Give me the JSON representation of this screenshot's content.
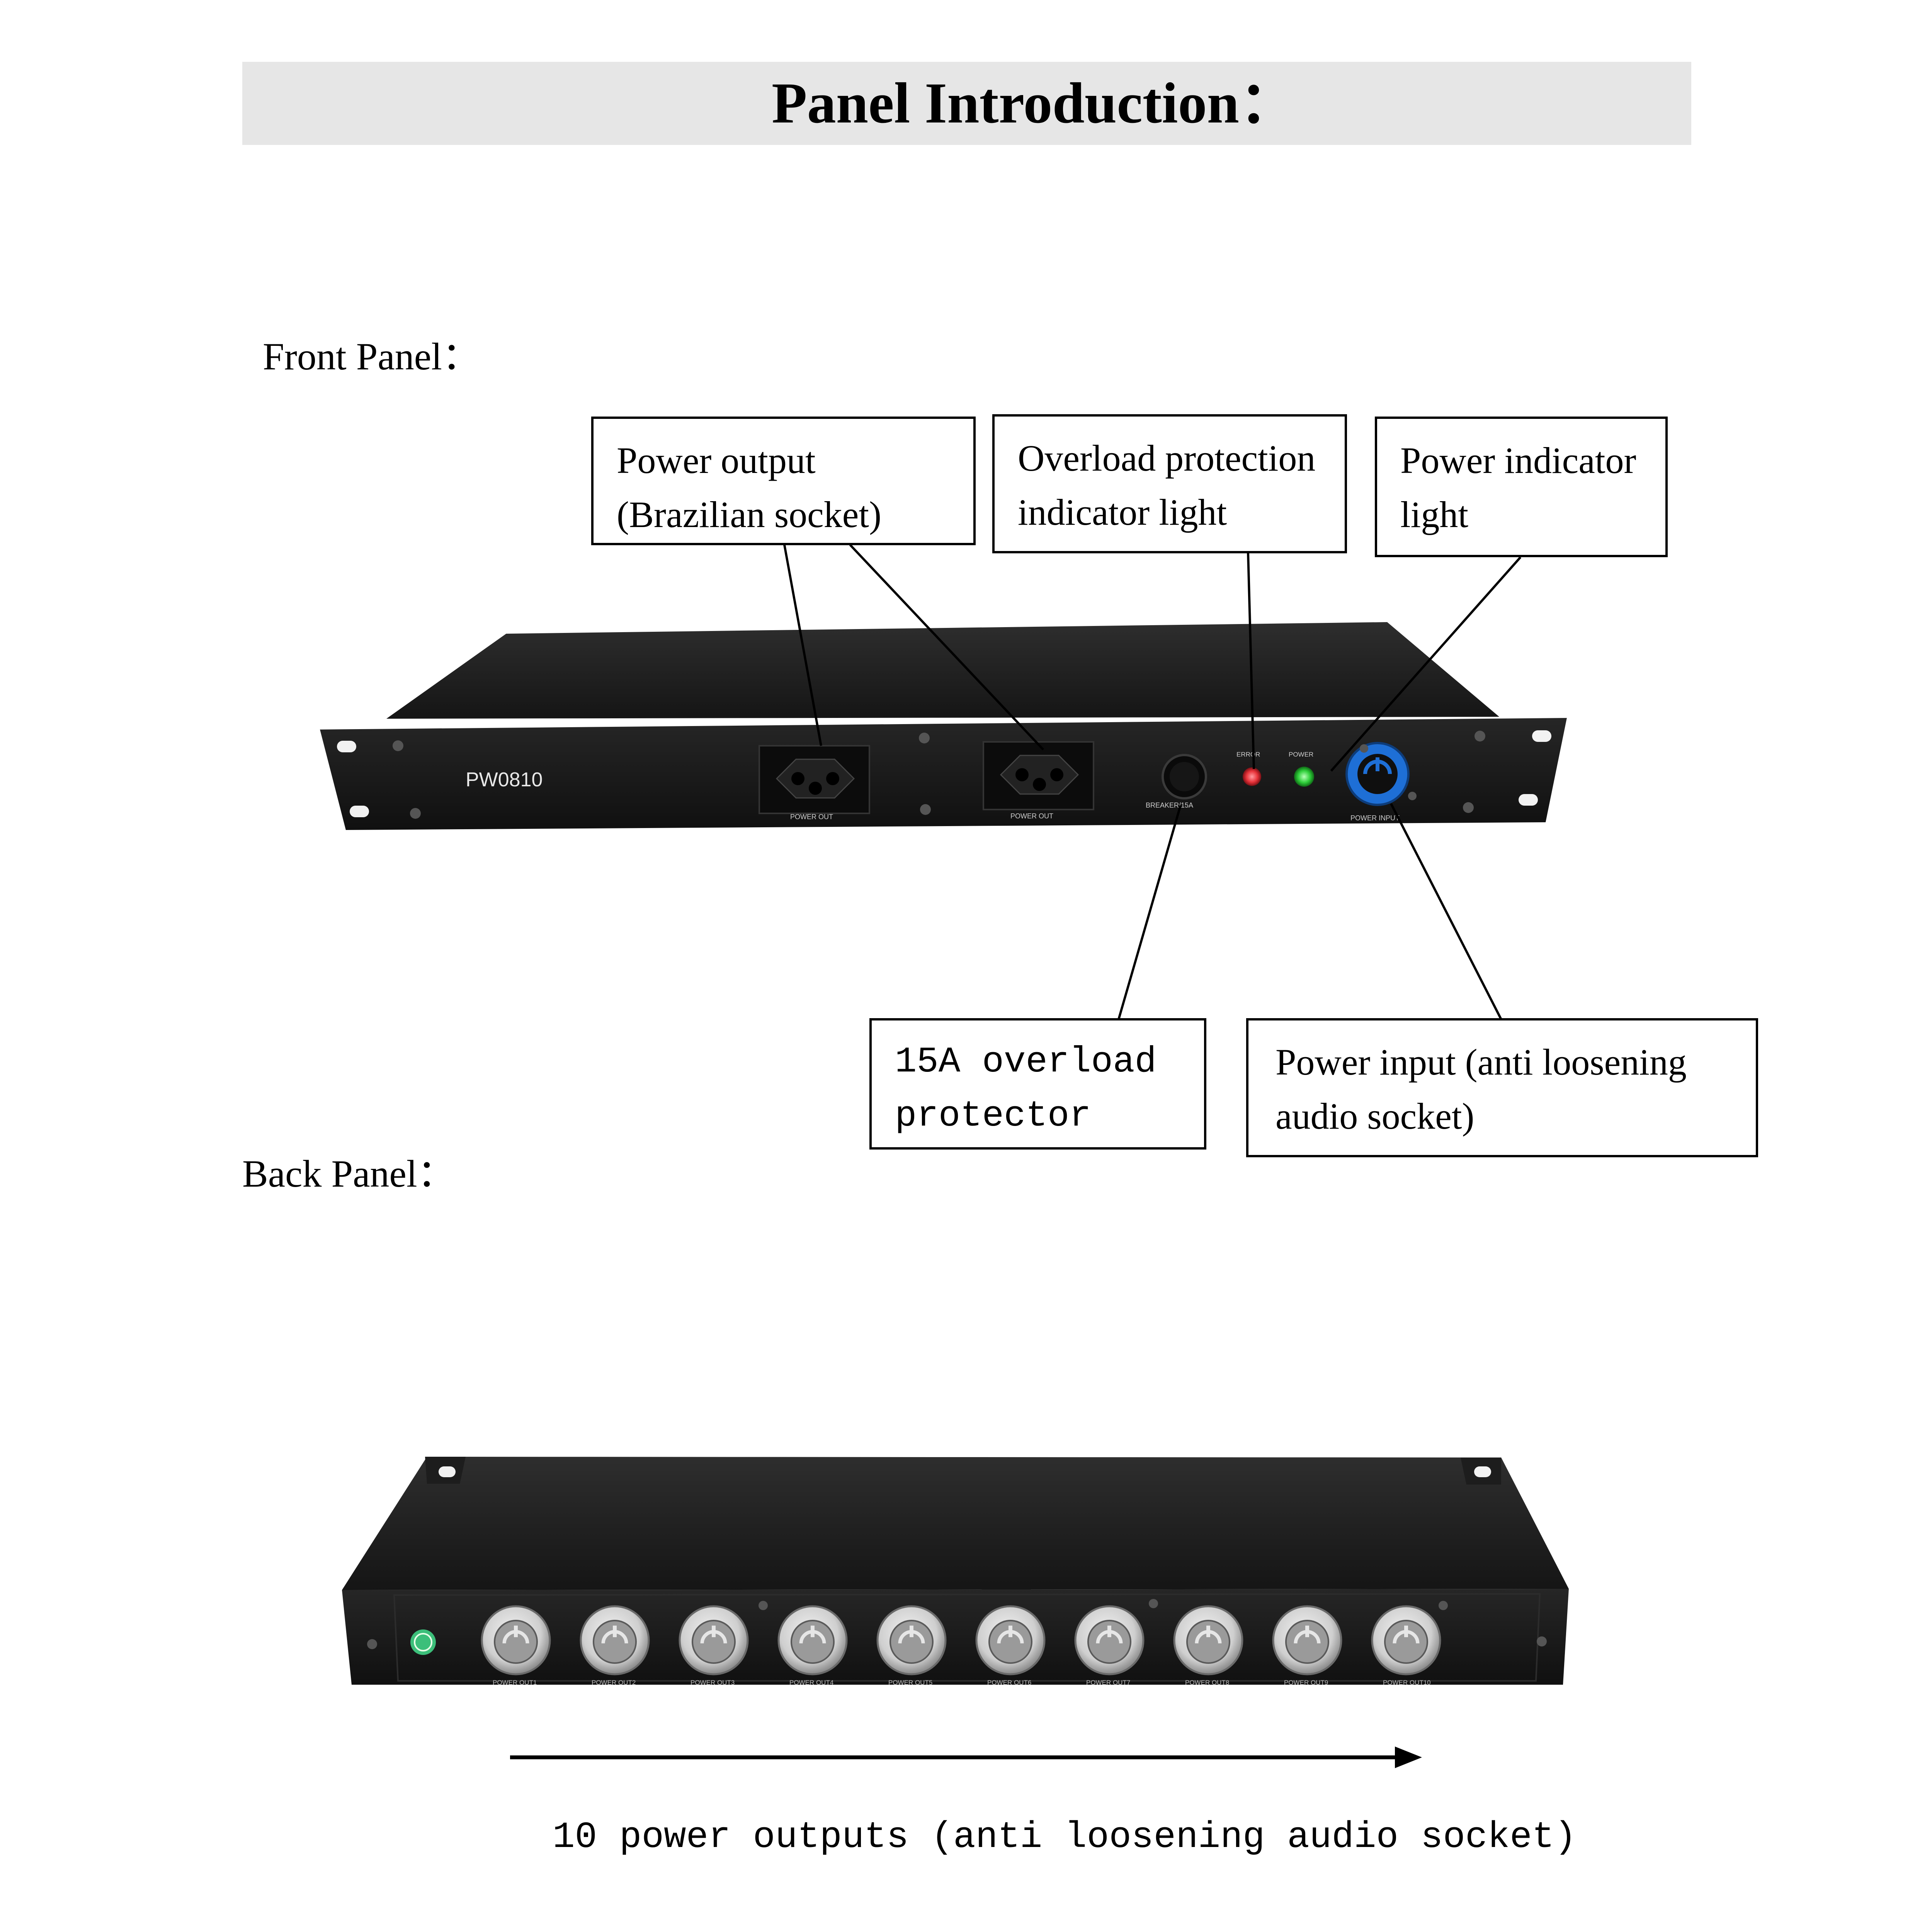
{
  "title": "Panel Introduction：",
  "front_label": "Front Panel：",
  "back_label": "Back Panel：",
  "callouts": {
    "power_output": [
      "Power output",
      "(Brazilian socket)"
    ],
    "overload_indicator": [
      "Overload protection",
      "indicator light"
    ],
    "power_indicator": [
      "Power indicator",
      "light"
    ],
    "overload_protector": [
      "15A overload",
      "protector"
    ],
    "power_input": [
      "Power  input  (anti  loosening",
      "audio socket)"
    ]
  },
  "device": {
    "model": "PW0810",
    "front_outlet_labels": [
      "POWER OUT",
      "POWER OUT"
    ],
    "breaker_label": "BREAKER/15A",
    "error_label": "ERROR",
    "power_label": "POWER",
    "input_label": "POWER INPUT",
    "back_outlet_labels": [
      "POWER OUT1",
      "POWER OUT2",
      "POWER OUT3",
      "POWER OUT4",
      "POWER OUT5",
      "POWER OUT6",
      "POWER OUT7",
      "POWER OUT8",
      "POWER OUT9",
      "POWER OUT10"
    ]
  },
  "back_caption": "10 power outputs (anti loosening audio socket)",
  "colors": {
    "chassis": "#1b1b1b",
    "chassis_top": "#2a2a2a",
    "error_led": "#e8333a",
    "power_led": "#2fcf3a",
    "input_connector": "#1e6fd6",
    "output_connector": "#d4d4d4"
  }
}
